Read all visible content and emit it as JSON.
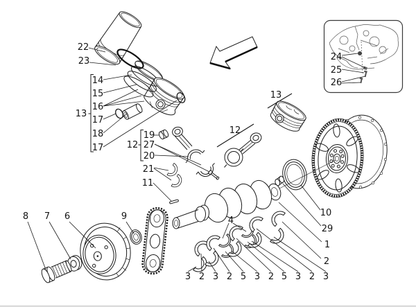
{
  "figure": {
    "kind": "exploded parts diagram",
    "subject": "engine crank mechanism: cylinder liner, piston, connecting rod, crankshaft, bearings, pulley, timing chain, flywheel"
  },
  "colors": {
    "line": "#1b1b1b",
    "background": "#ffffff",
    "inset_line": "#555555"
  },
  "labels": {
    "liner": "22",
    "liner_oring": "23",
    "piston_group": "13",
    "ring_top": "14",
    "ring_second": "15",
    "oil_ring": "16",
    "circlip_upper": "17",
    "wrist_pin": "18",
    "circlip_lower": "17",
    "rod_group": "12",
    "small_end_bush": "19",
    "rod_bolts": "27",
    "rod_shell_cap": "20",
    "rod_shells": "21",
    "crank_key": "11",
    "rod_assembly": "12",
    "piston_assembly": "13",
    "pulley_bolt": "8",
    "bolt_washer": "7",
    "damper_pulley": "6",
    "front_seal": "9",
    "thrust_washers": "4",
    "rear_seal": "10",
    "pilot_bush": "29",
    "crankshaft": "1",
    "main_shell_upper": "2",
    "inset_item_a": "24",
    "inset_item_b": "25",
    "inset_item_c": "26",
    "bottom_row": [
      "3",
      "2",
      "3",
      "2",
      "5",
      "3",
      "2",
      "5",
      "3",
      "2",
      "3"
    ]
  }
}
